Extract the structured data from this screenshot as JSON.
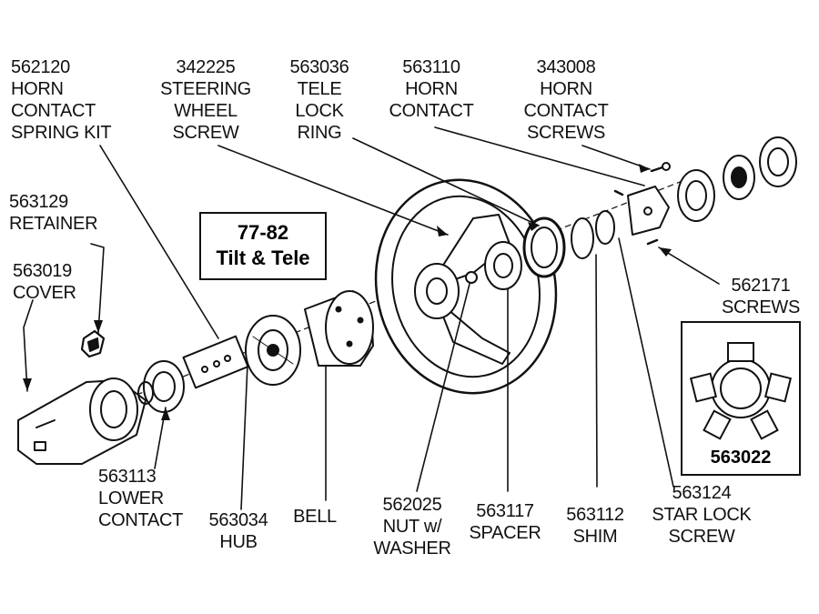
{
  "title_box": {
    "line1": "77-82",
    "line2": "Tilt & Tele"
  },
  "inset": {
    "part": "563022"
  },
  "labels": {
    "horn_contact_spring_kit": [
      "562120",
      "HORN",
      "CONTACT",
      "SPRING KIT"
    ],
    "steering_wheel_screw": [
      "342225",
      "STEERING",
      "WHEEL",
      "SCREW"
    ],
    "tele_lock_ring": [
      "563036",
      "TELE",
      "LOCK",
      "RING"
    ],
    "horn_contact": [
      "563110",
      "HORN",
      "CONTACT"
    ],
    "horn_contact_screws": [
      "343008",
      "HORN",
      "CONTACT",
      "SCREWS"
    ],
    "retainer": [
      "563129",
      "RETAINER"
    ],
    "cover": [
      "563019",
      "COVER"
    ],
    "screws": [
      "562171",
      "SCREWS"
    ],
    "lower_contact": [
      "563113",
      "LOWER",
      "CONTACT"
    ],
    "hub": [
      "563034",
      "HUB"
    ],
    "bell": [
      "BELL"
    ],
    "nut_washer": [
      "562025",
      "NUT w/",
      "WASHER"
    ],
    "spacer": [
      "563117",
      "SPACER"
    ],
    "shim": [
      "563112",
      "SHIM"
    ],
    "star_lock_screw": [
      "563124",
      "STAR LOCK",
      "SCREW"
    ]
  }
}
